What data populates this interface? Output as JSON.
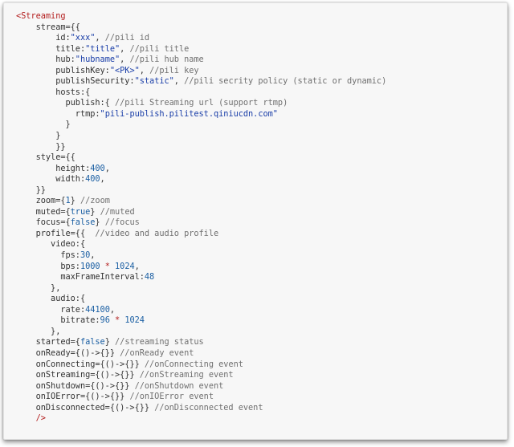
{
  "code_lines": [
    [
      {
        "t": "<Streaming",
        "c": "tag"
      }
    ],
    [
      {
        "t": "    stream={{",
        "c": "plain"
      }
    ],
    [
      {
        "t": "        id:",
        "c": "plain"
      },
      {
        "t": "\"xxx\"",
        "c": "str"
      },
      {
        "t": ", ",
        "c": "plain"
      },
      {
        "t": "//pili id",
        "c": "cmt"
      }
    ],
    [
      {
        "t": "        title:",
        "c": "plain"
      },
      {
        "t": "\"title\"",
        "c": "str"
      },
      {
        "t": ", ",
        "c": "plain"
      },
      {
        "t": "//pili title",
        "c": "cmt"
      }
    ],
    [
      {
        "t": "        hub:",
        "c": "plain"
      },
      {
        "t": "\"hubname\"",
        "c": "str"
      },
      {
        "t": ", ",
        "c": "plain"
      },
      {
        "t": "//pili hub name",
        "c": "cmt"
      }
    ],
    [
      {
        "t": "        publishKey:",
        "c": "plain"
      },
      {
        "t": "\"<PK>\"",
        "c": "str"
      },
      {
        "t": ", ",
        "c": "plain"
      },
      {
        "t": "//pili key",
        "c": "cmt"
      }
    ],
    [
      {
        "t": "        publishSecurity:",
        "c": "plain"
      },
      {
        "t": "\"static\"",
        "c": "str"
      },
      {
        "t": ", ",
        "c": "plain"
      },
      {
        "t": "//pili secrity policy (static or dynamic)",
        "c": "cmt"
      }
    ],
    [
      {
        "t": "        hosts:{",
        "c": "plain"
      }
    ],
    [
      {
        "t": "          publish:{ ",
        "c": "plain"
      },
      {
        "t": "//pili Streaming url (support rtmp)",
        "c": "cmt"
      }
    ],
    [
      {
        "t": "            rtmp:",
        "c": "plain"
      },
      {
        "t": "\"pili-publish.pilitest.qiniucdn.com\"",
        "c": "str"
      }
    ],
    [
      {
        "t": "          }",
        "c": "plain"
      }
    ],
    [
      {
        "t": "        }",
        "c": "plain"
      }
    ],
    [
      {
        "t": "        }}",
        "c": "plain"
      }
    ],
    [
      {
        "t": "    style={{",
        "c": "plain"
      }
    ],
    [
      {
        "t": "        height:",
        "c": "plain"
      },
      {
        "t": "400",
        "c": "num"
      },
      {
        "t": ",",
        "c": "plain"
      }
    ],
    [
      {
        "t": "        width:",
        "c": "plain"
      },
      {
        "t": "400",
        "c": "num"
      },
      {
        "t": ",",
        "c": "plain"
      }
    ],
    [
      {
        "t": "    }}",
        "c": "plain"
      }
    ],
    [
      {
        "t": "    zoom={",
        "c": "plain"
      },
      {
        "t": "1",
        "c": "num"
      },
      {
        "t": "} ",
        "c": "plain"
      },
      {
        "t": "//zoom",
        "c": "cmt"
      }
    ],
    [
      {
        "t": "    muted={",
        "c": "plain"
      },
      {
        "t": "true",
        "c": "kw"
      },
      {
        "t": "} ",
        "c": "plain"
      },
      {
        "t": "//muted",
        "c": "cmt"
      }
    ],
    [
      {
        "t": "    focus={",
        "c": "plain"
      },
      {
        "t": "false",
        "c": "kw"
      },
      {
        "t": "} ",
        "c": "plain"
      },
      {
        "t": "//focus",
        "c": "cmt"
      }
    ],
    [
      {
        "t": "    profile={{  ",
        "c": "plain"
      },
      {
        "t": "//video and audio profile",
        "c": "cmt"
      }
    ],
    [
      {
        "t": "       video:{",
        "c": "plain"
      }
    ],
    [
      {
        "t": "         fps:",
        "c": "plain"
      },
      {
        "t": "30",
        "c": "num"
      },
      {
        "t": ",",
        "c": "plain"
      }
    ],
    [
      {
        "t": "         bps:",
        "c": "plain"
      },
      {
        "t": "1000",
        "c": "num"
      },
      {
        "t": " ",
        "c": "plain"
      },
      {
        "t": "*",
        "c": "op"
      },
      {
        "t": " ",
        "c": "plain"
      },
      {
        "t": "1024",
        "c": "num"
      },
      {
        "t": ",",
        "c": "plain"
      }
    ],
    [
      {
        "t": "         maxFrameInterval:",
        "c": "plain"
      },
      {
        "t": "48",
        "c": "num"
      }
    ],
    [
      {
        "t": "       },",
        "c": "plain"
      }
    ],
    [
      {
        "t": "       audio:{",
        "c": "plain"
      }
    ],
    [
      {
        "t": "         rate:",
        "c": "plain"
      },
      {
        "t": "44100",
        "c": "num"
      },
      {
        "t": ",",
        "c": "plain"
      }
    ],
    [
      {
        "t": "         bitrate:",
        "c": "plain"
      },
      {
        "t": "96",
        "c": "num"
      },
      {
        "t": " ",
        "c": "plain"
      },
      {
        "t": "*",
        "c": "op"
      },
      {
        "t": " ",
        "c": "plain"
      },
      {
        "t": "1024",
        "c": "num"
      }
    ],
    [
      {
        "t": "       },",
        "c": "plain"
      }
    ],
    [
      {
        "t": "    started={",
        "c": "plain"
      },
      {
        "t": "false",
        "c": "kw"
      },
      {
        "t": "} ",
        "c": "plain"
      },
      {
        "t": "//streaming status",
        "c": "cmt"
      }
    ],
    [
      {
        "t": "    onReady={()->{}} ",
        "c": "plain"
      },
      {
        "t": "//onReady event",
        "c": "cmt"
      }
    ],
    [
      {
        "t": "    onConnecting={()->{}} ",
        "c": "plain"
      },
      {
        "t": "//onConnecting event",
        "c": "cmt"
      }
    ],
    [
      {
        "t": "    onStreaming={()->{}} ",
        "c": "plain"
      },
      {
        "t": "//onStreaming event",
        "c": "cmt"
      }
    ],
    [
      {
        "t": "    onShutdown={()->{}} ",
        "c": "plain"
      },
      {
        "t": "//onShutdown event",
        "c": "cmt"
      }
    ],
    [
      {
        "t": "    onIOError={()->{}} ",
        "c": "plain"
      },
      {
        "t": "//onIOError event",
        "c": "cmt"
      }
    ],
    [
      {
        "t": "    onDisconnected={()->{}} ",
        "c": "plain"
      },
      {
        "t": "//onDisconnected event",
        "c": "cmt"
      }
    ],
    [
      {
        "t": "    />",
        "c": "tag"
      }
    ]
  ]
}
